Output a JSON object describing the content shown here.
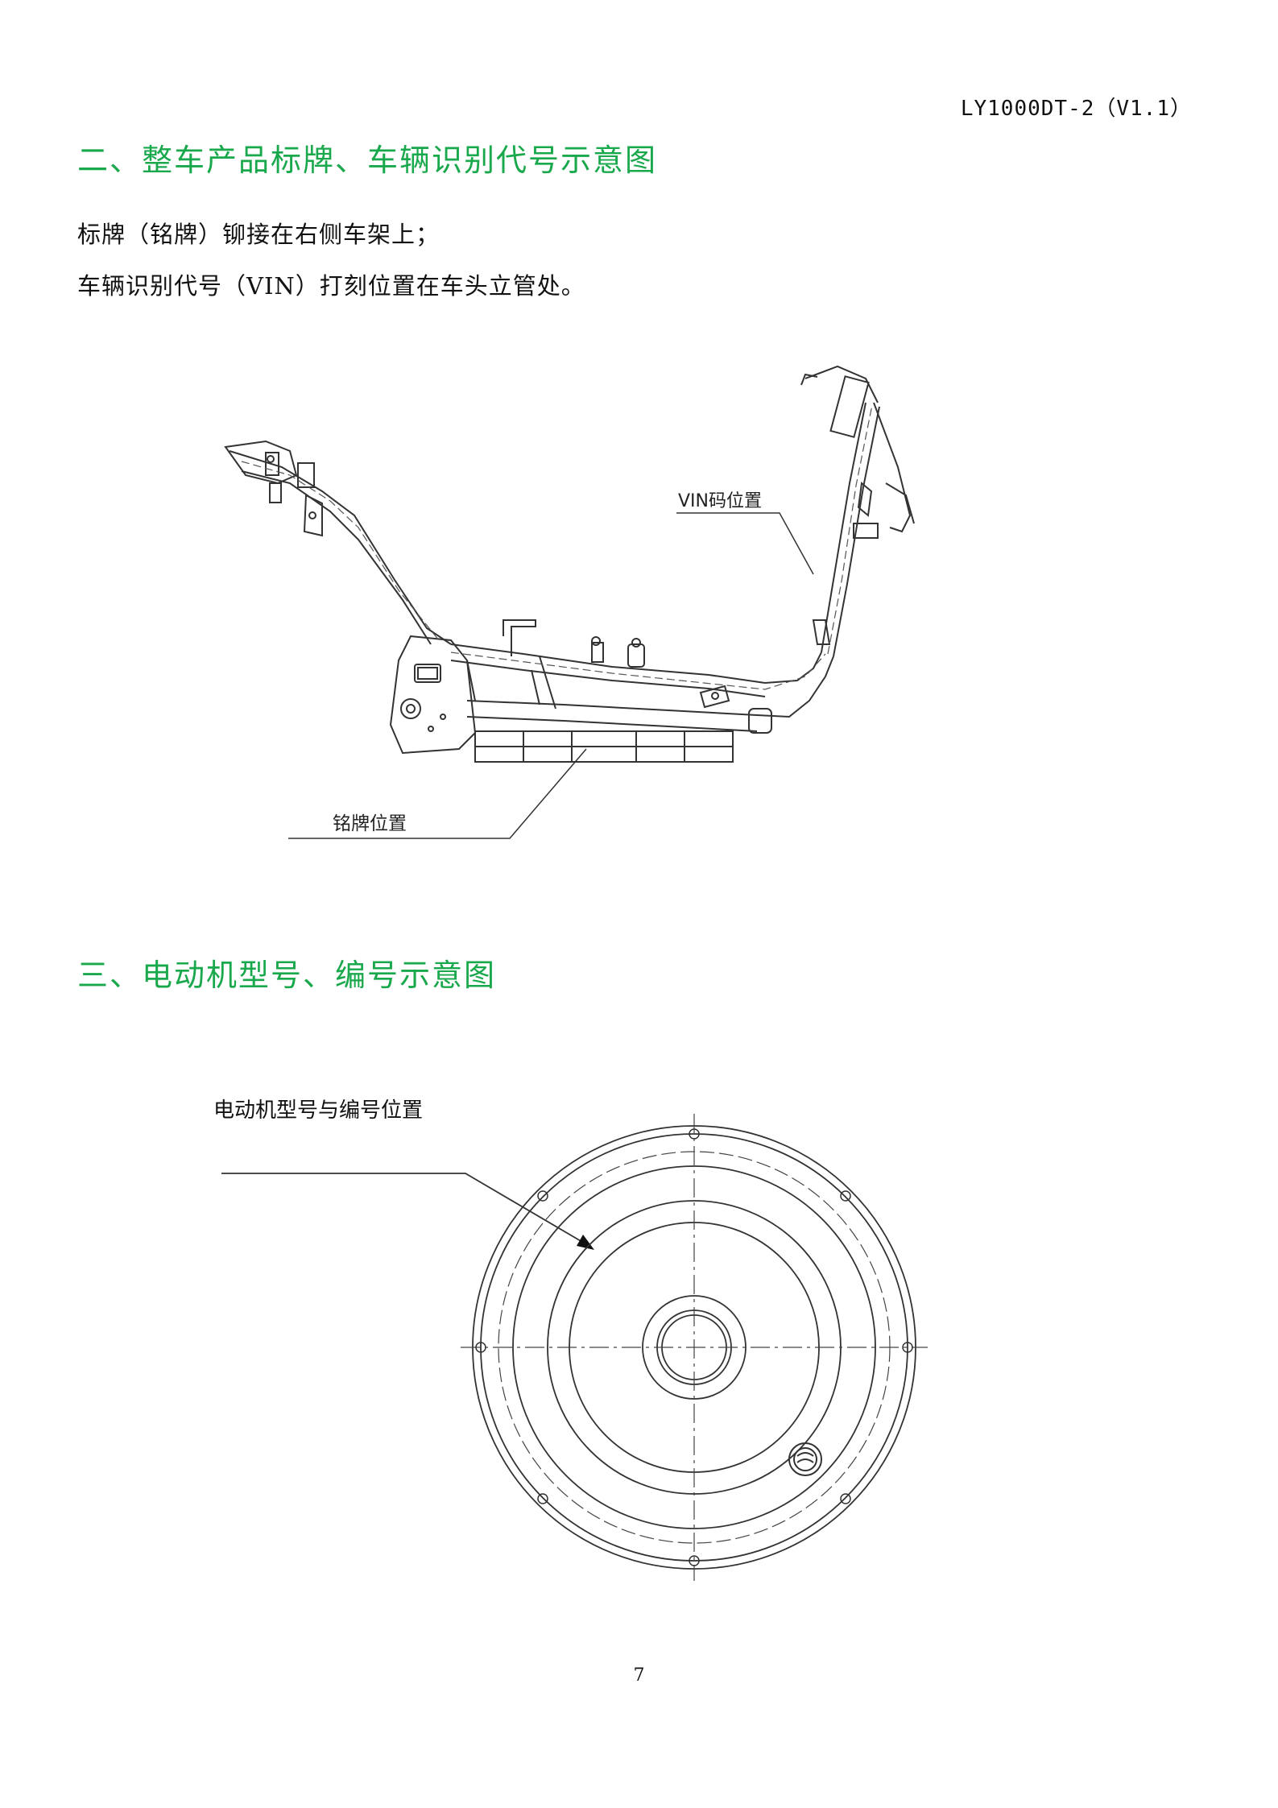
{
  "header": {
    "doc_id": "LY1000DT-2（V1.1）"
  },
  "section2": {
    "title": "二、整车产品标牌、车辆识别代号示意图",
    "para1": "标牌（铭牌）铆接在右侧车架上；",
    "para2": "车辆识别代号（VIN）打刻位置在车头立管处。",
    "label_vin": "VIN码位置",
    "label_nameplate": "铭牌位置"
  },
  "section3": {
    "title": "三、电动机型号、编号示意图",
    "label_motor": "电动机型号与编号位置"
  },
  "footer": {
    "page_number": "7"
  },
  "colors": {
    "heading": "#19a84b",
    "text": "#111111",
    "line": "#333333"
  }
}
